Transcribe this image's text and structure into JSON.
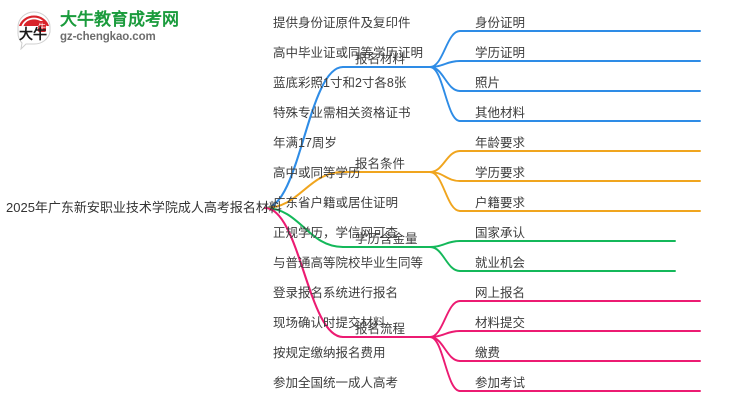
{
  "logo": {
    "mark_text": "大牛",
    "title": "大牛教育成考网",
    "subtitle": "gz-chengkao.com",
    "title_color": "#1a9b3c",
    "mark_color": "#d8232a"
  },
  "mindmap": {
    "root": {
      "label": "2025年广东新安职业技术学院成人高考报名材料"
    },
    "branches": [
      {
        "label": "报名材料",
        "color": "#2e8ce6",
        "children": [
          {
            "label": "身份证明",
            "detail": "提供身份证原件及复印件"
          },
          {
            "label": "学历证明",
            "detail": "高中毕业证或同等学历证明"
          },
          {
            "label": "照片",
            "detail": "蓝底彩照1寸和2寸各8张"
          },
          {
            "label": "其他材料",
            "detail": "特殊专业需相关资格证书"
          }
        ]
      },
      {
        "label": "报名条件",
        "color": "#f0a51e",
        "children": [
          {
            "label": "年龄要求",
            "detail": "年满17周岁"
          },
          {
            "label": "学历要求",
            "detail": "高中或同等学历"
          },
          {
            "label": "户籍要求",
            "detail": "广东省户籍或居住证明"
          }
        ]
      },
      {
        "label": "学历含金量",
        "color": "#14b85a",
        "children": [
          {
            "label": "国家承认",
            "detail": "正规学历，学信网可查"
          },
          {
            "label": "就业机会",
            "detail": "与普通高等院校毕业生同等"
          }
        ]
      },
      {
        "label": "报名流程",
        "color": "#ec1b72",
        "children": [
          {
            "label": "网上报名",
            "detail": "登录报名系统进行报名"
          },
          {
            "label": "材料提交",
            "detail": "现场确认时提交材料"
          },
          {
            "label": "缴费",
            "detail": "按规定缴纳报名费用"
          },
          {
            "label": "参加考试",
            "detail": "参加全国统一成人高考"
          }
        ]
      }
    ]
  }
}
